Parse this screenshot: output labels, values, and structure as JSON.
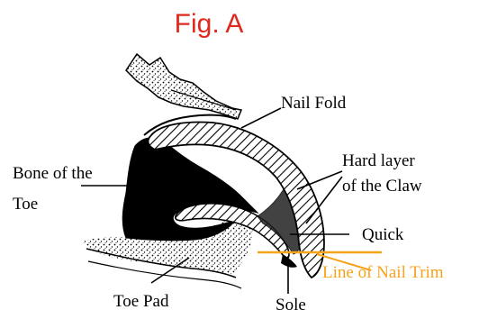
{
  "figure": {
    "title": "Fig. A",
    "labels": {
      "nail_fold": "Nail Fold",
      "hard_layer_line1": "Hard layer",
      "hard_layer_line2": "of the Claw",
      "bone_line1": "Bone of the",
      "bone_line2": "Toe",
      "quick": "Quick",
      "trim_line": "Line of Nail Trim",
      "toe_pad": "Toe Pad",
      "sole": "Sole"
    },
    "colors": {
      "title": "#e0281e",
      "trim_line": "#f7a21b",
      "ink": "#000000"
    }
  }
}
